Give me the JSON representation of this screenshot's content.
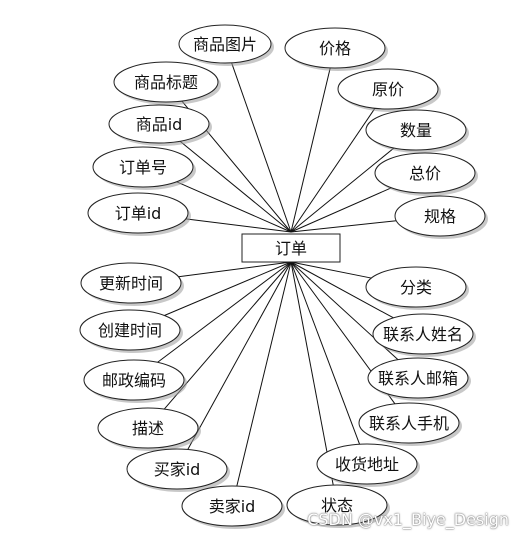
{
  "diagram": {
    "entity": "订单",
    "attributes_left": [
      "商品图片",
      "商品标题",
      "商品id",
      "订单号",
      "订单id",
      "更新时间",
      "创建时间",
      "邮政编码",
      "描述",
      "买家id",
      "卖家id"
    ],
    "attributes_right": [
      "价格",
      "原价",
      "数量",
      "总价",
      "规格",
      "分类",
      "联系人姓名",
      "联系人邮箱",
      "联系人手机",
      "收货地址",
      "状态"
    ]
  },
  "watermark": "CSDN @vx1_Biye_Design"
}
